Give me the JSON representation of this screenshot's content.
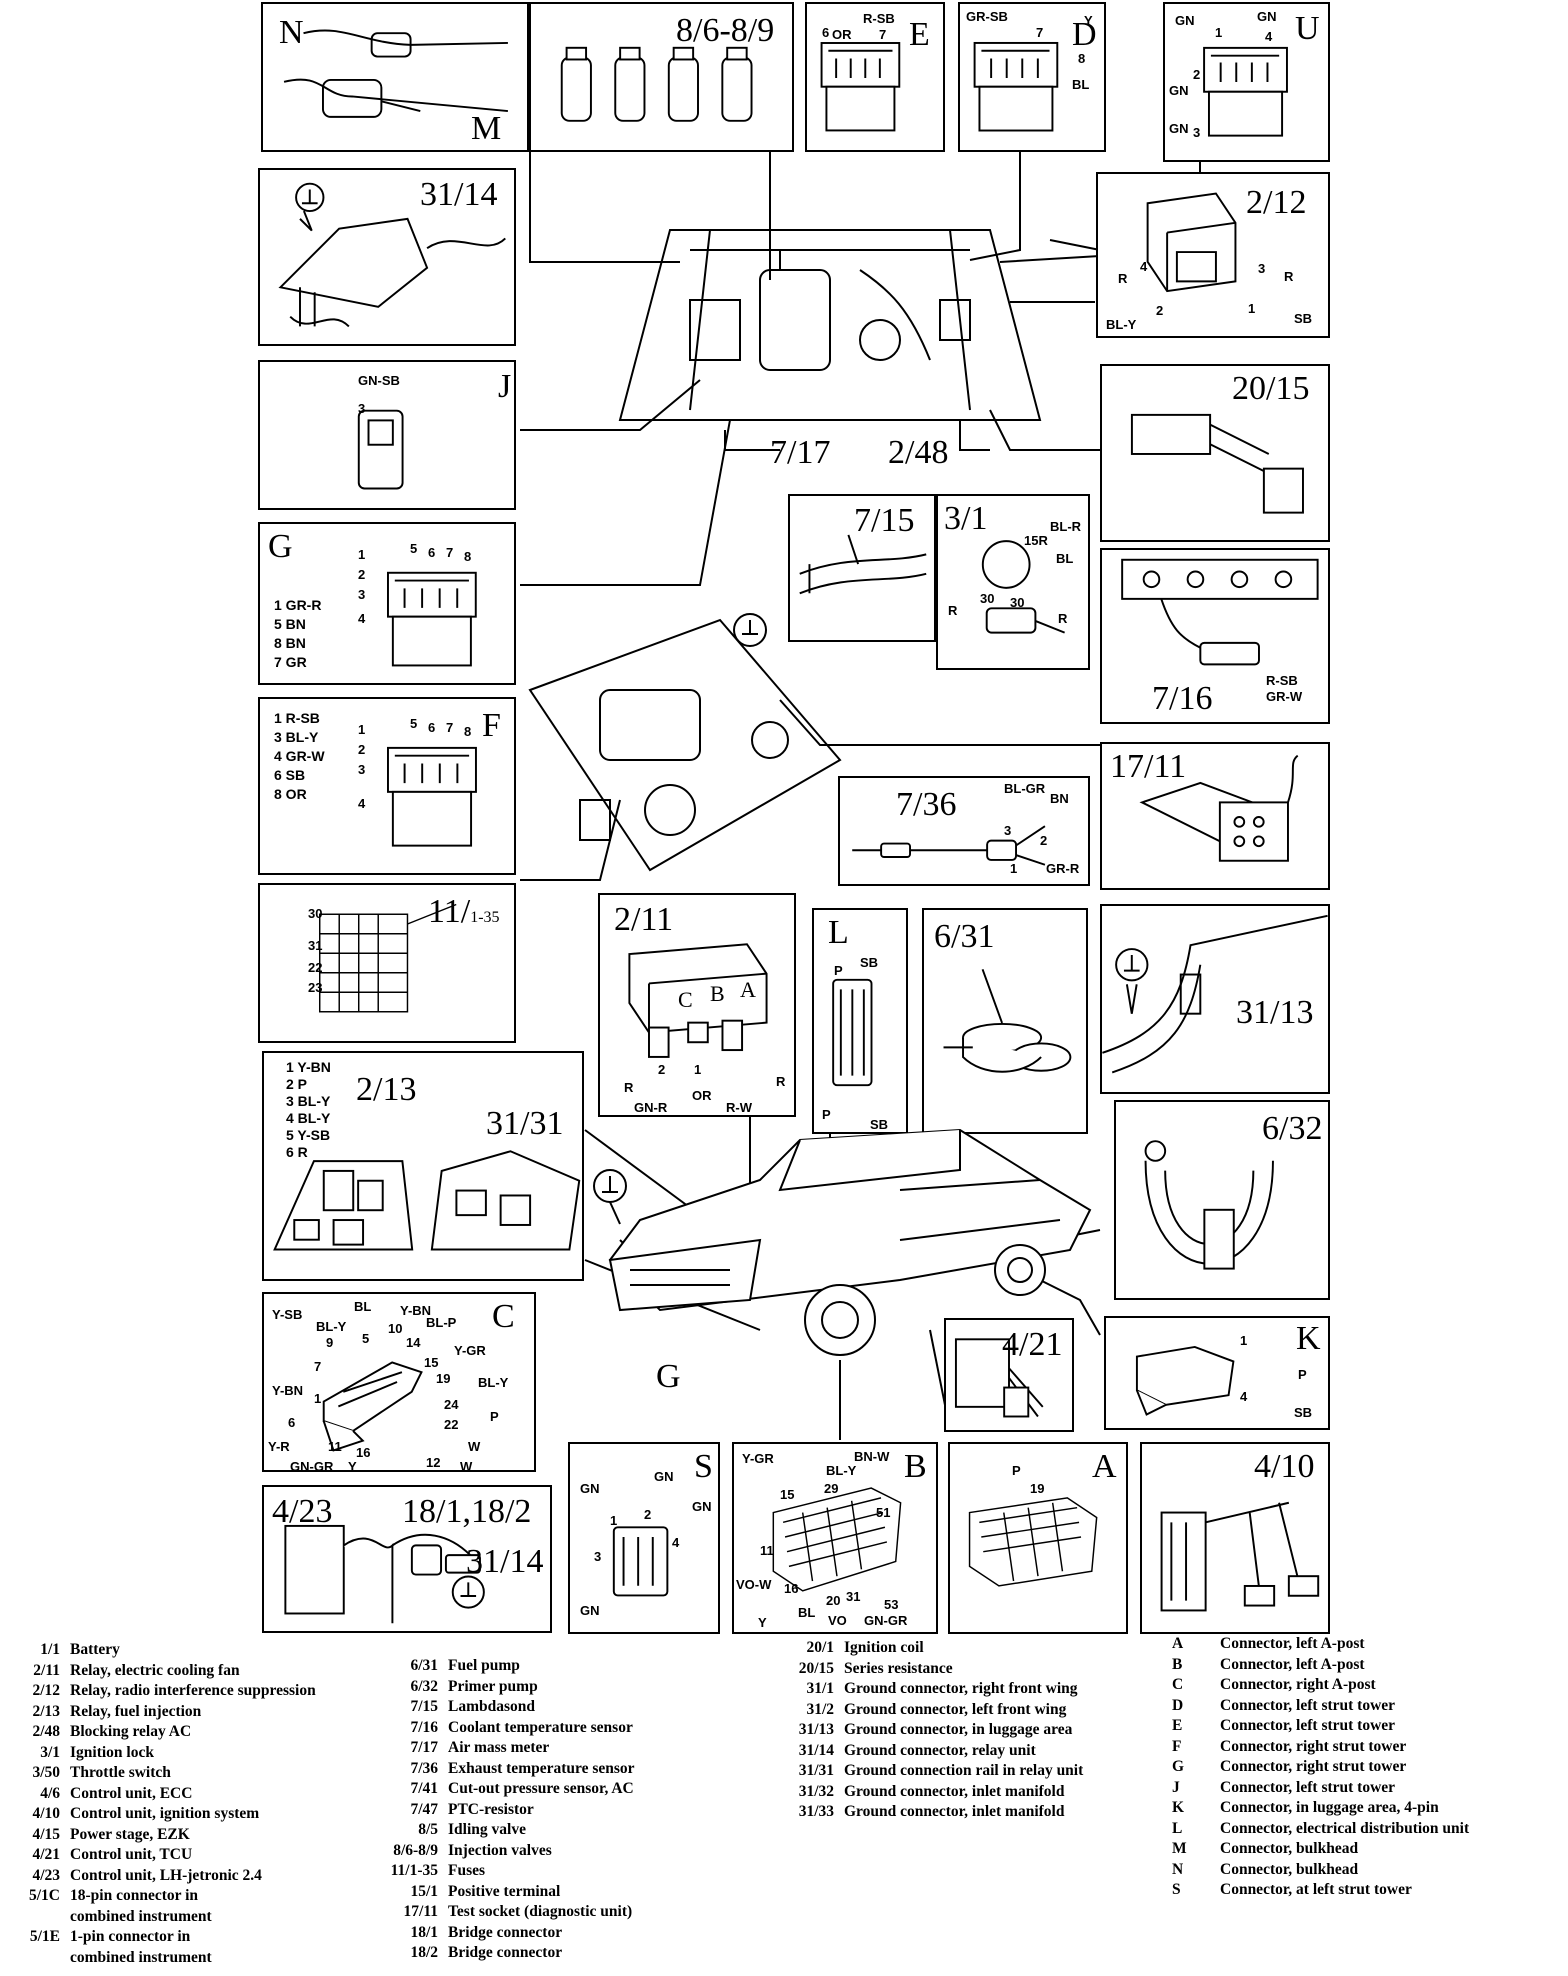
{
  "panels": {
    "NM": {
      "n": "N",
      "m": "M"
    },
    "inj": {
      "label": "8/6-8/9"
    },
    "E": {
      "label": "E",
      "pins": [
        "OR",
        "R-SB",
        "6",
        "7"
      ]
    },
    "D": {
      "label": "D",
      "pins": [
        "GR-SB",
        "Y",
        "7",
        "8",
        "BL"
      ]
    },
    "U": {
      "label": "U",
      "pins": [
        "GN",
        "GN",
        "1",
        "4",
        "GN",
        "2",
        "GN",
        "3"
      ]
    },
    "p3114a": {
      "label": "31/14"
    },
    "p212": {
      "label": "2/12",
      "pins": [
        "4",
        "3",
        "R",
        "R",
        "2",
        "1",
        "BL-Y",
        "SB"
      ]
    },
    "J": {
      "label": "J",
      "pins": [
        "GN-SB",
        "3"
      ]
    },
    "p2015": {
      "label": "20/15"
    },
    "p715": {
      "label": "7/15"
    },
    "p31": {
      "label": "3/1",
      "pins": [
        "BL-R",
        "15R",
        "BL",
        "30",
        "30",
        "R",
        "R"
      ]
    },
    "G": {
      "label": "G",
      "pinlist": [
        "1 GR-R",
        "5 BN",
        "8 BN",
        "7 GR"
      ],
      "pins": [
        "1",
        "5",
        "6",
        "7",
        "8",
        "2",
        "3",
        "4"
      ]
    },
    "p716": {
      "label": "7/16",
      "pins": [
        "R-SB",
        "GR-W"
      ]
    },
    "F": {
      "label": "F",
      "pinlist": [
        "1 R-SB",
        "3 BL-Y",
        "4 GR-W",
        "6 SB",
        "8 OR"
      ],
      "pins": [
        "1",
        "5",
        "6",
        "7",
        "8",
        "2",
        "3",
        "4"
      ]
    },
    "p736": {
      "label": "7/36",
      "pins": [
        "BL-GR",
        "BN",
        "3",
        "2",
        "1",
        "GR-R"
      ]
    },
    "p1711": {
      "label": "17/11"
    },
    "p11": {
      "label": "11/",
      "sub": "1-35",
      "pins": [
        "30",
        "31",
        "22",
        "23"
      ]
    },
    "p211": {
      "label": "2/11",
      "pins": [
        "C",
        "B",
        "A",
        "R",
        "2",
        "1",
        "GN-R",
        "OR",
        "R-W",
        "R"
      ]
    },
    "L": {
      "label": "L",
      "pins": [
        "P",
        "SB",
        "P",
        "SB"
      ]
    },
    "p631": {
      "label": "6/31"
    },
    "p3113": {
      "label": "31/13"
    },
    "p213": {
      "label1": "2/13",
      "label2": "31/31",
      "pinlist": [
        "1 Y-BN",
        "2 P",
        "3 BL-Y",
        "4 BL-Y",
        "5 Y-SB",
        "6 R"
      ]
    },
    "p632": {
      "label": "6/32"
    },
    "C": {
      "label": "C",
      "pins": [
        "Y-SB",
        "BL",
        "Y-BN",
        "BL-Y",
        "9",
        "5",
        "10",
        "BL-P",
        "14",
        "Y-GR",
        "7",
        "15",
        "19",
        "BL-Y",
        "Y-BN",
        "1",
        "24",
        "6",
        "22",
        "P",
        "Y-R",
        "11",
        "16",
        "12",
        "W",
        "GN-GR",
        "Y",
        "W"
      ]
    },
    "K": {
      "label": "K",
      "pins": [
        "1",
        "P",
        "4",
        "SB"
      ]
    },
    "p421": {
      "label": "4/21"
    },
    "p423": {
      "label1": "4/23",
      "label2": "18/1,18/2",
      "label3": "31/14"
    },
    "S": {
      "label": "S",
      "pins": [
        "GN",
        "GN",
        "1",
        "2",
        "GN",
        "3",
        "4",
        "GN"
      ]
    },
    "B": {
      "label": "B",
      "pins": [
        "Y-GR",
        "BN-W",
        "BL-Y",
        "29",
        "15",
        "51",
        "11",
        "VO-W",
        "16",
        "20",
        "31",
        "53",
        "BL",
        "VO",
        "Y",
        "GN-GR"
      ]
    },
    "A": {
      "label": "A",
      "pins": [
        "P",
        "19"
      ]
    },
    "p410": {
      "label": "4/10"
    }
  },
  "floating": {
    "l717": "7/17",
    "l248": "2/48",
    "lG": "G"
  },
  "legend": {
    "col1": [
      {
        "code": "1/1",
        "text": "Battery"
      },
      {
        "code": "2/11",
        "text": "Relay, electric cooling fan"
      },
      {
        "code": "2/12",
        "text": "Relay, radio interference suppression"
      },
      {
        "code": "2/13",
        "text": "Relay, fuel injection"
      },
      {
        "code": "2/48",
        "text": "Blocking relay AC"
      },
      {
        "code": "3/1",
        "text": "Ignition lock"
      },
      {
        "code": "3/50",
        "text": "Throttle switch"
      },
      {
        "code": "4/6",
        "text": "Control unit, ECC"
      },
      {
        "code": "4/10",
        "text": "Control unit, ignition system"
      },
      {
        "code": "4/15",
        "text": "Power stage, EZK"
      },
      {
        "code": "4/21",
        "text": "Control unit, TCU"
      },
      {
        "code": "4/23",
        "text": "Control unit, LH-jetronic 2.4"
      },
      {
        "code": "5/1C",
        "text": "18-pin connector in"
      },
      {
        "code": "",
        "text": "combined instrument"
      },
      {
        "code": "5/1E",
        "text": "1-pin connector in"
      },
      {
        "code": "",
        "text": "combined instrument"
      }
    ],
    "col2": [
      {
        "code": "6/31",
        "text": "Fuel pump"
      },
      {
        "code": "6/32",
        "text": "Primer pump"
      },
      {
        "code": "7/15",
        "text": "Lambdasond"
      },
      {
        "code": "7/16",
        "text": "Coolant temperature sensor"
      },
      {
        "code": "7/17",
        "text": "Air mass meter"
      },
      {
        "code": "7/36",
        "text": "Exhaust temperature sensor"
      },
      {
        "code": "7/41",
        "text": "Cut-out pressure sensor, AC"
      },
      {
        "code": "7/47",
        "text": "PTC-resistor"
      },
      {
        "code": "8/5",
        "text": "Idling valve"
      },
      {
        "code": "8/6-8/9",
        "text": "Injection valves"
      },
      {
        "code": "11/1-35",
        "text": "Fuses"
      },
      {
        "code": "15/1",
        "text": "Positive terminal"
      },
      {
        "code": "17/11",
        "text": "Test socket (diagnostic unit)"
      },
      {
        "code": "18/1",
        "text": "Bridge connector"
      },
      {
        "code": "18/2",
        "text": "Bridge connector"
      }
    ],
    "col3": [
      {
        "code": "20/1",
        "text": "Ignition coil"
      },
      {
        "code": "20/15",
        "text": "Series resistance"
      },
      {
        "code": "31/1",
        "text": "Ground connector, right front wing"
      },
      {
        "code": "31/2",
        "text": "Ground connector, left front wing"
      },
      {
        "code": "31/13",
        "text": "Ground connector, in luggage area"
      },
      {
        "code": "31/14",
        "text": "Ground connector, relay unit"
      },
      {
        "code": "31/31",
        "text": "Ground connection rail in relay unit"
      },
      {
        "code": "31/32",
        "text": "Ground connector, inlet manifold"
      },
      {
        "code": "31/33",
        "text": "Ground connector, inlet manifold"
      }
    ],
    "col4": [
      {
        "code": "A",
        "text": "Connector, left A-post"
      },
      {
        "code": "B",
        "text": "Connector, left A-post"
      },
      {
        "code": "C",
        "text": "Connector, right A-post"
      },
      {
        "code": "D",
        "text": "Connector, left strut tower"
      },
      {
        "code": "E",
        "text": "Connector, left strut tower"
      },
      {
        "code": "F",
        "text": "Connector, right strut tower"
      },
      {
        "code": "G",
        "text": "Connector, right strut tower"
      },
      {
        "code": "J",
        "text": "Connector, left strut tower"
      },
      {
        "code": "K",
        "text": "Connector, in luggage area, 4-pin"
      },
      {
        "code": "L",
        "text": "Connector, electrical distribution unit"
      },
      {
        "code": "M",
        "text": "Connector, bulkhead"
      },
      {
        "code": "N",
        "text": "Connector, bulkhead"
      },
      {
        "code": "S",
        "text": "Connector, at left strut tower"
      }
    ]
  }
}
